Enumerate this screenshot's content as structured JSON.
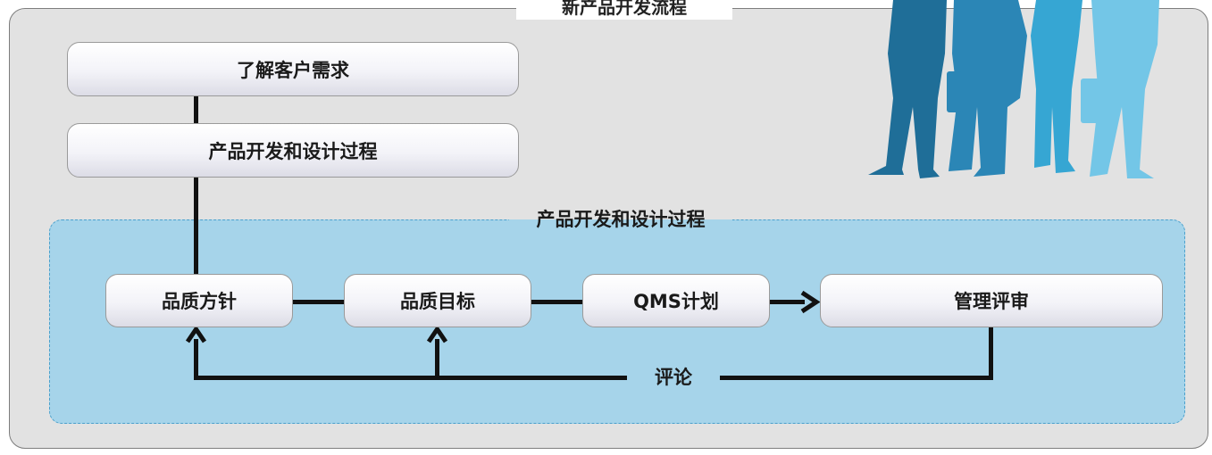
{
  "diagram": {
    "title": "新产品开发流程",
    "top_steps": [
      {
        "label": "了解客户需求"
      },
      {
        "label": "产品开发和设计过程"
      }
    ],
    "zone_title": "产品开发和设计过程",
    "flow_steps": [
      {
        "label": "品质方针"
      },
      {
        "label": "品质目标"
      },
      {
        "label": "QMS计划"
      },
      {
        "label": "管理评审"
      }
    ],
    "feedback_label": "评论",
    "colors": {
      "frame_bg": "#e2e2e2",
      "zone_bg": "#a6d4ea",
      "zone_border": "#4aa0cc",
      "connector": "#111111",
      "people": [
        "#1f6e98",
        "#2b86b6",
        "#36a6d3",
        "#73c6e7"
      ]
    },
    "decoration": "business-people-silhouettes"
  }
}
